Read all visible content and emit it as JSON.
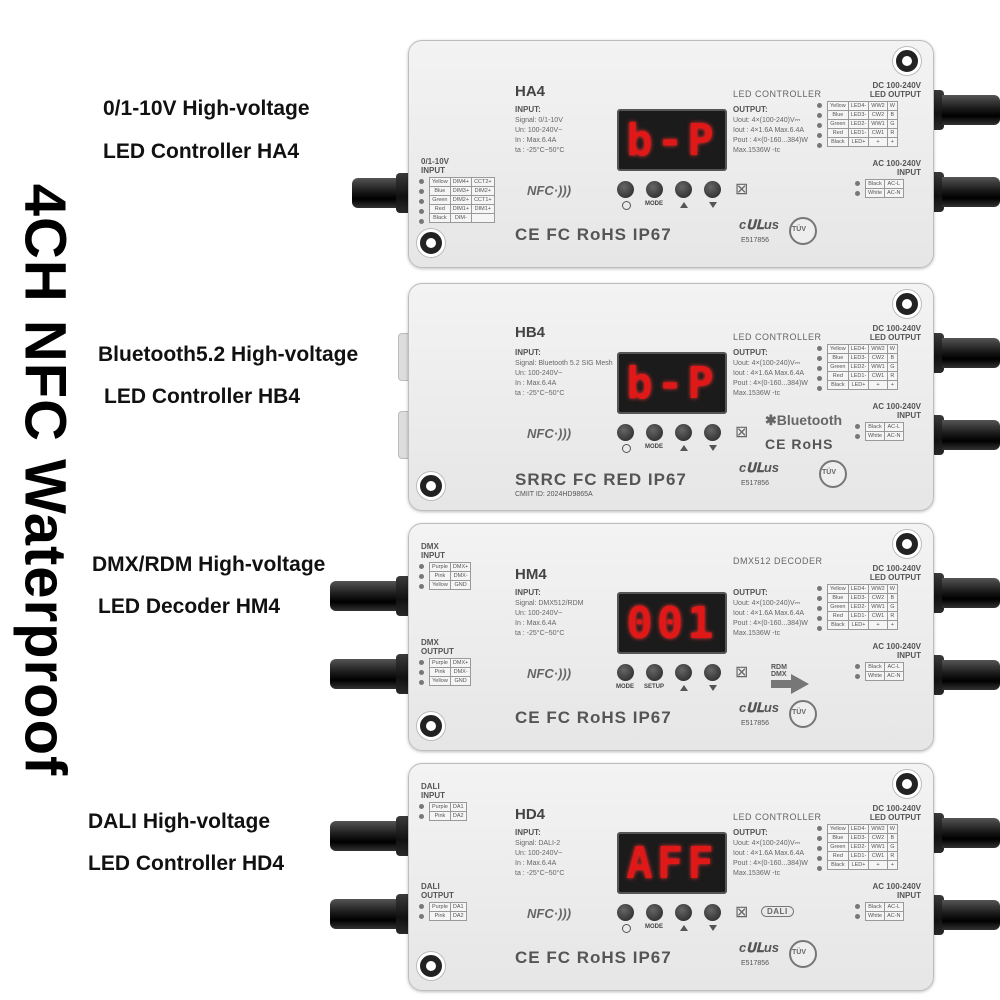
{
  "side_title": "4CH NFC Waterproof",
  "products": [
    {
      "label_line1": "0/1-10V High-voltage",
      "label_line2": "LED Controller HA4",
      "model": "HA4",
      "type_text": "LED CONTROLLER",
      "input_title": "INPUT:",
      "input_lines": [
        "Signal: 0/1-10V",
        "Un: 100-240V~",
        "In : Max.6.4A",
        "ta : -25°C~50°C"
      ],
      "output_title": "OUTPUT:",
      "output_lines": [
        "Uout: 4×(100-240)V⎓",
        "Iout : 4×1.6A Max.6.4A",
        "Pout : 4×(0-160...384)W",
        "Max.1536W    -tc"
      ],
      "display": "b-P",
      "buttons": [
        "",
        "MODE",
        "",
        ""
      ],
      "nfc": "NFC",
      "certs": "CE FC RoHS IP67",
      "ul_code": "E517856",
      "left_port_title": "0/1-10V\nINPUT",
      "left_pins": [
        [
          "Yellow",
          "DIM4+",
          "CCT2+"
        ],
        [
          "Blue",
          "DIM3+",
          "DIM2+"
        ],
        [
          "Green",
          "DIM2+",
          "CCT1+"
        ],
        [
          "Red",
          "DIM1+",
          "DIM1+"
        ],
        [
          "Black",
          "DIM-",
          ""
        ]
      ],
      "dc_title": "DC 100-240V\nLED OUTPUT",
      "dc_pins": [
        [
          "Yellow",
          "LED4-",
          "WW2",
          "W"
        ],
        [
          "Blue",
          "LED3-",
          "CW2",
          "B"
        ],
        [
          "Green",
          "LED2-",
          "WW1",
          "G"
        ],
        [
          "Red",
          "LED1-",
          "CW1",
          "R"
        ],
        [
          "Black",
          "LED+",
          "+",
          "+"
        ]
      ],
      "ac_title": "AC 100-240V\nINPUT",
      "ac_pins": [
        [
          "Black",
          "AC-L"
        ],
        [
          "White",
          "AC-N"
        ]
      ]
    },
    {
      "label_line1": "Bluetooth5.2 High-voltage",
      "label_line2": "LED Controller HB4",
      "model": "HB4",
      "type_text": "LED CONTROLLER",
      "input_title": "INPUT:",
      "input_lines": [
        "Signal: Bluetooth 5.2 SIG Mesh",
        "Un: 100-240V~",
        "In : Max.6.4A",
        "ta : -25°C~50°C"
      ],
      "output_title": "OUTPUT:",
      "output_lines": [
        "Uout: 4×(100-240)V⎓",
        "Iout : 4×1.6A Max.6.4A",
        "Pout : 4×(0-160...384)W",
        "Max.1536W    -tc"
      ],
      "display": "b-P",
      "buttons": [
        "",
        "MODE",
        "",
        ""
      ],
      "nfc": "NFC",
      "certs": "SRRC  FC  RED  IP67",
      "certs_small": "CMIIT ID: 2024HD9865A",
      "brand": "Bluetooth",
      "certs2": "CE RoHS",
      "ul_code": "E517856",
      "dc_title": "DC 100-240V\nLED OUTPUT",
      "dc_pins": [
        [
          "Yellow",
          "LED4-",
          "WW2",
          "W"
        ],
        [
          "Blue",
          "LED3-",
          "CW2",
          "B"
        ],
        [
          "Green",
          "LED2-",
          "WW1",
          "G"
        ],
        [
          "Red",
          "LED1-",
          "CW1",
          "R"
        ],
        [
          "Black",
          "LED+",
          "+",
          "+"
        ]
      ],
      "ac_title": "AC 100-240V\nINPUT",
      "ac_pins": [
        [
          "Black",
          "AC-L"
        ],
        [
          "White",
          "AC-N"
        ]
      ]
    },
    {
      "label_line1": "DMX/RDM High-voltage",
      "label_line2": "LED Decoder HM4",
      "model": "HM4",
      "type_text": "DMX512 DECODER",
      "input_title": "INPUT:",
      "input_lines": [
        "Signal: DMX512/RDM",
        "Un: 100-240V~",
        "In : Max.6.4A",
        "ta : -25°C~50°C"
      ],
      "output_title": "OUTPUT:",
      "output_lines": [
        "Uout: 4×(100-240)V⎓",
        "Iout : 4×1.6A Max.6.4A",
        "Pout : 4×(0-160...384)W",
        "Max.1536W    -tc"
      ],
      "display": "001",
      "buttons": [
        "MODE",
        "SETUP",
        "",
        ""
      ],
      "nfc": "NFC",
      "certs": "CE FC RoHS IP67",
      "ul_code": "E517856",
      "rdm_text": "RDM\nDMX",
      "left_port_title": "DMX\nINPUT",
      "left_pins": [
        [
          "Purple",
          "DMX+"
        ],
        [
          "Pink",
          "DMX-"
        ],
        [
          "Yellow",
          "GND"
        ]
      ],
      "left_port2_title": "DMX\nOUTPUT",
      "left_pins2": [
        [
          "Purple",
          "DMX+"
        ],
        [
          "Pink",
          "DMX-"
        ],
        [
          "Yellow",
          "GND"
        ]
      ],
      "dc_title": "DC 100-240V\nLED OUTPUT",
      "dc_pins": [
        [
          "Yellow",
          "LED4-",
          "WW2",
          "W"
        ],
        [
          "Blue",
          "LED3-",
          "CW2",
          "B"
        ],
        [
          "Green",
          "LED2-",
          "WW1",
          "G"
        ],
        [
          "Red",
          "LED1-",
          "CW1",
          "R"
        ],
        [
          "Black",
          "LED+",
          "+",
          "+"
        ]
      ],
      "ac_title": "AC 100-240V\nINPUT",
      "ac_pins": [
        [
          "Black",
          "AC-L"
        ],
        [
          "White",
          "AC-N"
        ]
      ]
    },
    {
      "label_line1": "DALI High-voltage",
      "label_line2": "LED Controller HD4",
      "model": "HD4",
      "type_text": "LED CONTROLLER",
      "input_title": "INPUT:",
      "input_lines": [
        "Signal: DALI-2",
        "Un: 100-240V~",
        "In : Max.6.4A",
        "ta : -25°C~50°C"
      ],
      "output_title": "OUTPUT:",
      "output_lines": [
        "Uout: 4×(100-240)V⎓",
        "Iout : 4×1.6A Max.6.4A",
        "Pout : 4×(0-160...384)W",
        "Max.1536W    -tc"
      ],
      "display": "AFF",
      "buttons": [
        "",
        "MODE",
        "",
        ""
      ],
      "nfc": "NFC",
      "certs": "CE FC RoHS IP67",
      "ul_code": "E517856",
      "dali_logo": "DALI",
      "left_port_title": "DALI\nINPUT",
      "left_pins": [
        [
          "Purple",
          "DA1"
        ],
        [
          "Pink",
          "DA2"
        ]
      ],
      "left_port2_title": "DALI\nOUTPUT",
      "left_pins2": [
        [
          "Purple",
          "DA1"
        ],
        [
          "Pink",
          "DA2"
        ]
      ],
      "dc_title": "DC 100-240V\nLED OUTPUT",
      "dc_pins": [
        [
          "Yellow",
          "LED4-",
          "WW2",
          "W"
        ],
        [
          "Blue",
          "LED3-",
          "CW2",
          "B"
        ],
        [
          "Green",
          "LED2-",
          "WW1",
          "G"
        ],
        [
          "Red",
          "LED1-",
          "CW1",
          "R"
        ],
        [
          "Black",
          "LED+",
          "+",
          "+"
        ]
      ],
      "ac_title": "AC 100-240V\nINPUT",
      "ac_pins": [
        [
          "Black",
          "AC-L"
        ],
        [
          "White",
          "AC-N"
        ]
      ]
    }
  ],
  "colors": {
    "display_digits": "#e01818",
    "housing": "#ececec",
    "cable": "#111111"
  }
}
